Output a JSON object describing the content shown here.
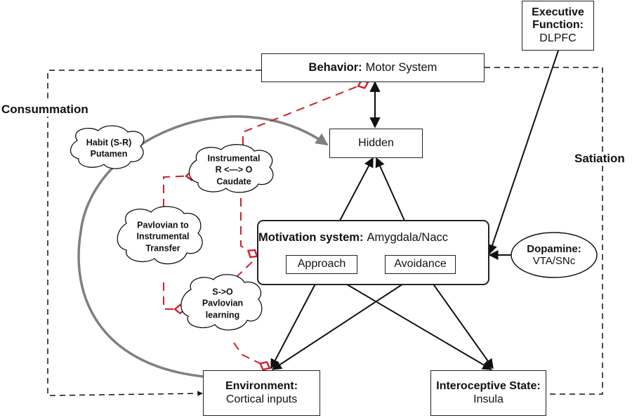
{
  "diagram": {
    "nodes": {
      "behavior": {
        "bold": "Behavior:",
        "normal": "Motor System"
      },
      "executive": {
        "line1": "Executive",
        "line2": "Function:",
        "line3": "DLPFC"
      },
      "hidden": {
        "label": "Hidden"
      },
      "motivation": {
        "bold": "Motivation system:",
        "normal": "Amygdala/Nacc"
      },
      "approach": {
        "label": "Approach"
      },
      "avoidance": {
        "label": "Avoidance"
      },
      "dopamine": {
        "bold": "Dopamine:",
        "normal": "VTA/SNc"
      },
      "environment": {
        "bold": "Environment:",
        "normal": "Cortical inputs"
      },
      "interoceptive": {
        "bold": "Interoceptive State:",
        "normal": "Insula"
      },
      "habit": {
        "line1": "Habit (S-R)",
        "line2": "Putamen"
      },
      "instrumental": {
        "line1": "Instrumental",
        "line2": "R <—> O",
        "line3": "Caudate"
      },
      "pit": {
        "line1": "Pavlovian to",
        "line2": "Instrumental",
        "line3": "Transfer"
      },
      "pavlovian": {
        "line1": "S->O",
        "line2": "Pavlovian",
        "line3": "learning"
      }
    },
    "side_labels": {
      "consummation": "Consummation",
      "satiation": "Satiation"
    },
    "colors": {
      "line": "#111111",
      "grey_arc": "#808080",
      "red_dashed": "#d0202a"
    }
  }
}
